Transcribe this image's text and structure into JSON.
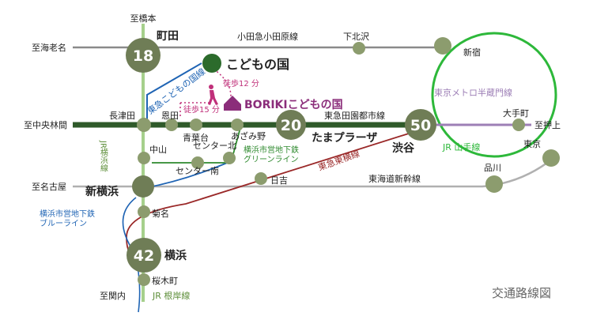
{
  "title": "交通路線図",
  "colors": {
    "odakyu": "#8a8a8a",
    "denentoshi": "#2f5a2a",
    "toyoko": "#9a2828",
    "jr_yokohama": "#a6d08c",
    "kodomonokuni_line": "#1f64b4",
    "blue_line": "#1f64b4",
    "green_line": "#2e8a2e",
    "hanzomon": "#9d7fb6",
    "yamanote": "#2db83a",
    "shinkansen": "#b0b0b0",
    "station": "#8c9c6e",
    "station_big": "#6f7d56",
    "walk_pink": "#c0307a",
    "kodomonokuni_dot": "#2c6b2c",
    "property_purple": "#8b2d7a"
  },
  "stations": {
    "machida": "町田",
    "machida_min": "18",
    "hashimoto": "至橋本",
    "ebina": "至海老名",
    "odakyu_line": "小田急小田原線",
    "shimokitazawa": "下北沢",
    "shinjuku": "新宿",
    "kodomonokuni": "こどもの国",
    "kodomonokuni_line": "東急こどもの国線",
    "walk12": "徒歩12 分",
    "walk15": "徒歩15 分",
    "property": "BORIKIこどもの国",
    "hanzomon_line": "東京メトロ半蔵門線",
    "nagatsuta": "長津田",
    "onda": "恩田",
    "denentoshi_line": "東急田園都市線",
    "otemachi": "大手町",
    "chuorinkan": "至中央林間",
    "aobadai": "青葉台",
    "azamino": "あざみ野",
    "tama_plaza": "たまプラーザ",
    "tama_plaza_min": "20",
    "shibuya": "渋谷",
    "shibuya_min": "50",
    "oshiage": "至押上",
    "jr_yokohama_line": "JR横浜線",
    "nakayama": "中山",
    "center_kita": "センター北",
    "green_line_label": "横浜市営地下鉄\nグリーンライン",
    "yamanote_line": "JR 山手線",
    "tokyo": "東京",
    "center_minami": "センター南",
    "toyoko_line": "東急東横線",
    "hiyoshi": "日吉",
    "shinagawa": "品川",
    "nagoya": "至名古屋",
    "shinyokohama": "新横浜",
    "shinkansen_line": "東海道新幹線",
    "blue_line_label": "横浜市営地下鉄\nブルーライン",
    "kikuna": "菊名",
    "yokohama": "横浜",
    "yokohama_min": "42",
    "sakuragicho": "桜木町",
    "sekinai": "至関内",
    "negishi_line": "JR 根岸線"
  }
}
